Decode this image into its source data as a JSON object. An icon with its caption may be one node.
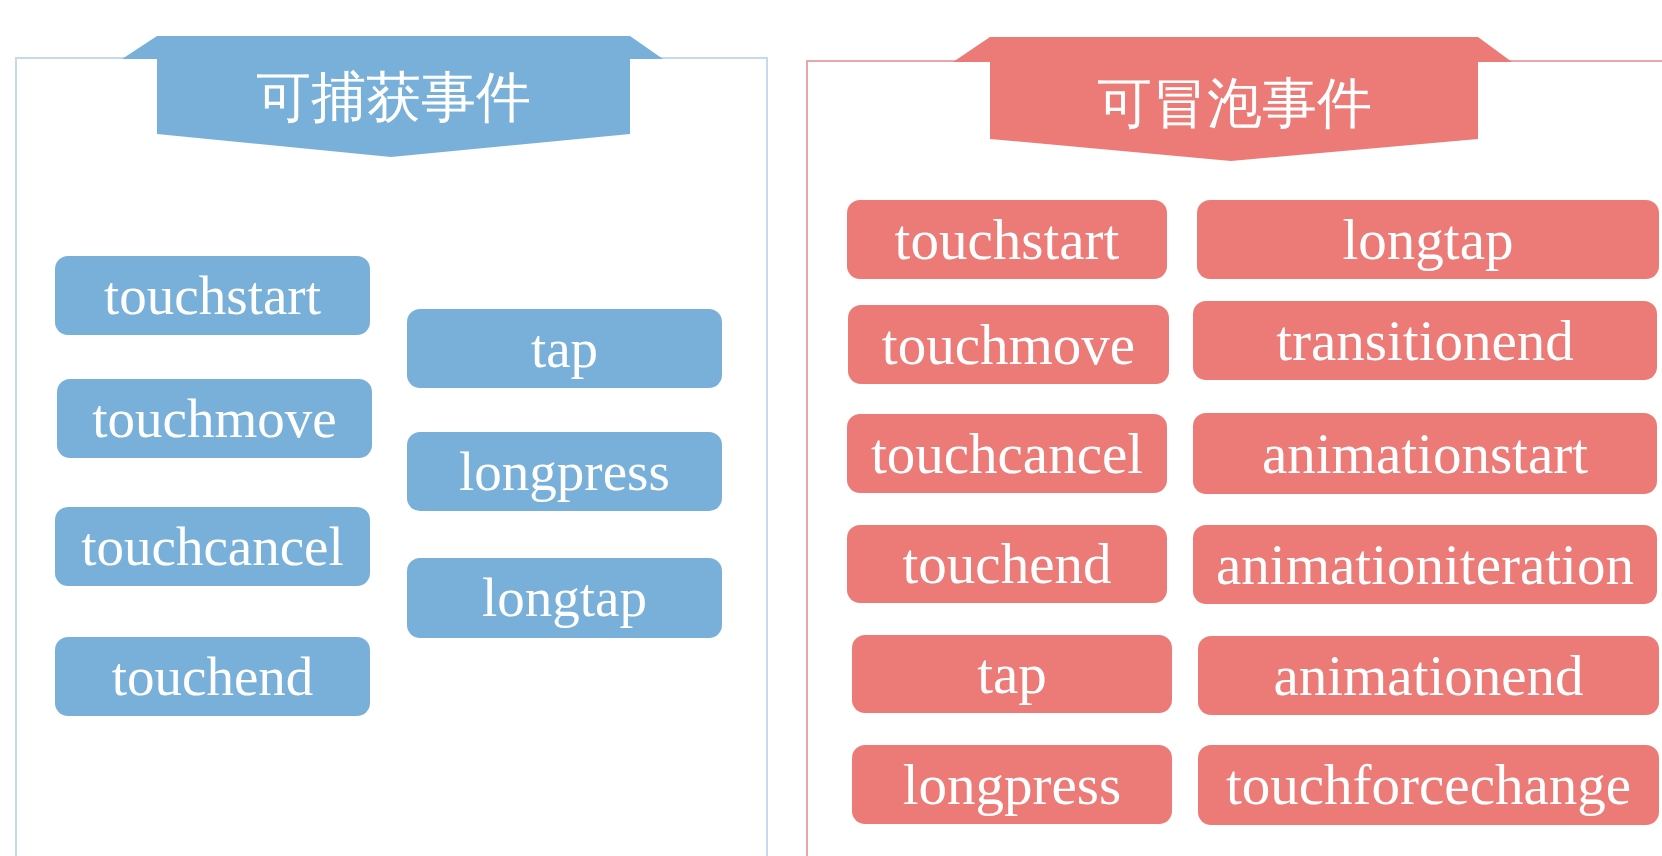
{
  "diagram": {
    "nodes": [
      {
        "text": [
          "可捕获事件"
        ]
      },
      {
        "text": [
          "touchstart"
        ],
        "in": 0
      },
      {
        "text": [
          "touchmove"
        ],
        "in": 0
      },
      {
        "text": [
          "touchcancel"
        ],
        "in": 0
      },
      {
        "text": [
          "touchend"
        ],
        "in": 0
      },
      {
        "text": [
          "tap"
        ],
        "in": 0
      },
      {
        "text": [
          "longpress"
        ],
        "in": 0
      },
      {
        "text": [
          "longtap"
        ],
        "in": 0
      },
      {
        "text": [
          "可冒泡事件"
        ]
      },
      {
        "text": [
          "touchstart"
        ],
        "in": 8
      },
      {
        "text": [
          "touchmove"
        ],
        "in": 8
      },
      {
        "text": [
          "touchcancel"
        ],
        "in": 8
      },
      {
        "text": [
          "touchend"
        ],
        "in": 8
      },
      {
        "text": [
          "tap"
        ],
        "in": 8
      },
      {
        "text": [
          "longpress"
        ],
        "in": 8
      },
      {
        "text": [
          "longtap"
        ],
        "in": 8
      },
      {
        "text": [
          "transitionend"
        ],
        "in": 8
      },
      {
        "text": [
          "animationstart"
        ],
        "in": 8
      },
      {
        "text": [
          "animationiteration"
        ],
        "in": 8
      },
      {
        "text": [
          "animationend"
        ],
        "in": 8
      },
      {
        "text": [
          "touchforcechange"
        ],
        "in": 8
      }
    ]
  }
}
